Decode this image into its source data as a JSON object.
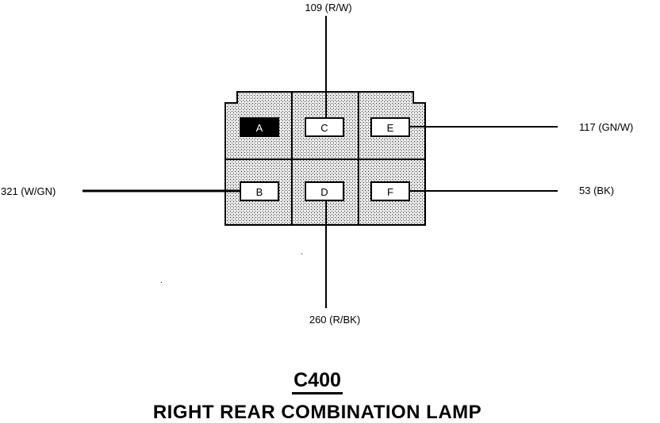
{
  "connector": {
    "id": "C400",
    "name": "RIGHT REAR COMBINATION LAMP",
    "pins": [
      {
        "pin": "A",
        "filled": true
      },
      {
        "pin": "C",
        "filled": false
      },
      {
        "pin": "E",
        "filled": false
      },
      {
        "pin": "B",
        "filled": false
      },
      {
        "pin": "D",
        "filled": false
      },
      {
        "pin": "F",
        "filled": false
      }
    ]
  },
  "wires": {
    "c": {
      "pin": "C",
      "circuit": "109 (R/W)"
    },
    "e": {
      "pin": "E",
      "circuit": "117 (GN/W)"
    },
    "b": {
      "pin": "B",
      "circuit": "321 (W/GN)"
    },
    "f": {
      "pin": "F",
      "circuit": "53 (BK)"
    },
    "d": {
      "pin": "D",
      "circuit": "260 (R/BK)"
    }
  },
  "colors": {
    "line": "#000000",
    "background": "#ffffff"
  }
}
